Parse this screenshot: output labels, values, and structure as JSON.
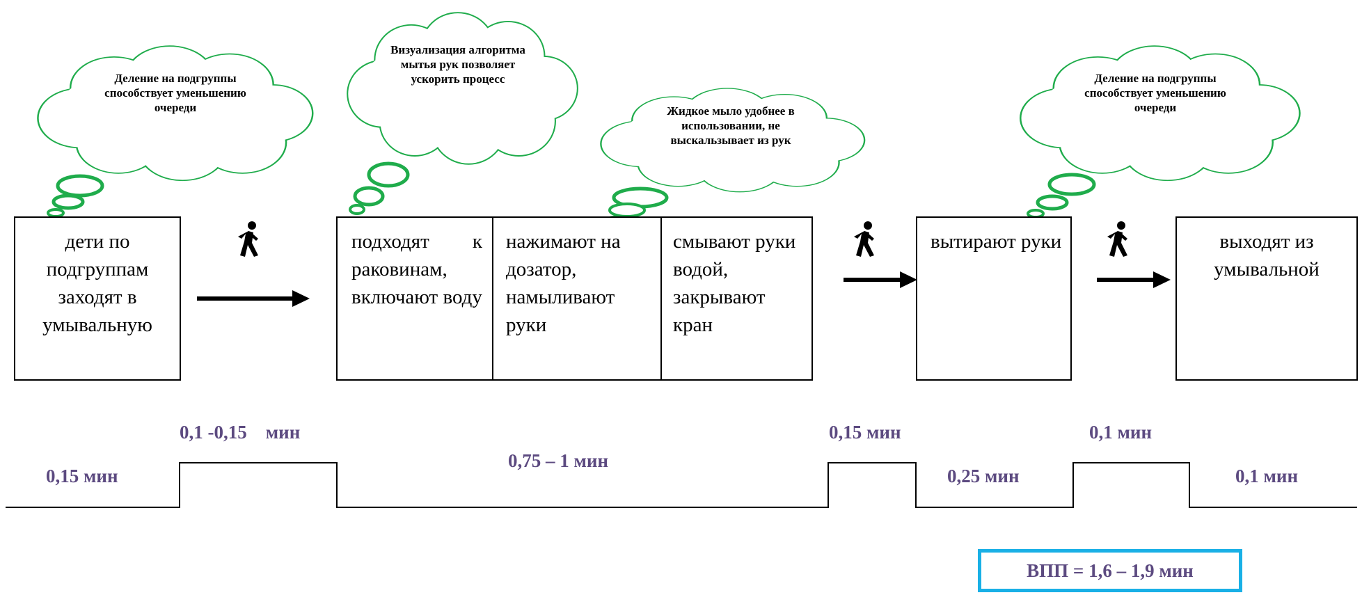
{
  "steps": [
    {
      "id": "enter",
      "text": "дети по подгруппам заходят в умывальную"
    },
    {
      "id": "wash",
      "cells": [
        {
          "text": "подходят к раковинам, включают воду"
        },
        {
          "text": "нажимают на дозатор, намыливают руки"
        },
        {
          "text": "смывают руки водой, закрывают кран"
        }
      ]
    },
    {
      "id": "dry",
      "text": "вытирают руки"
    },
    {
      "id": "exit",
      "text": "выходят из умывальной"
    }
  ],
  "clouds": [
    {
      "text": "Деление на подгруппы способствует уменьшению очереди"
    },
    {
      "text": "Визуализация алгоритма мытья рук позволяет ускорить процесс"
    },
    {
      "text": "Жидкое мыло удобнее в использовании, не выскальзывает из рук"
    },
    {
      "text": "Деление на подгруппы способствует уменьшению очереди"
    }
  ],
  "timeline": [
    {
      "label": "0,15 мин",
      "level": "low"
    },
    {
      "label": "0,1 -0,15    мин",
      "level": "high"
    },
    {
      "label": "0,75 – 1 мин",
      "level": "low"
    },
    {
      "label": "0,15 мин",
      "level": "high"
    },
    {
      "label": "0,25 мин",
      "level": "low"
    },
    {
      "label": "0,1 мин",
      "level": "high"
    },
    {
      "label": "0,1 мин",
      "level": "low"
    }
  ],
  "result": "ВПП = 1,6 – 1,9 мин",
  "icons": [
    "walking-person-icon",
    "arrow-right-icon"
  ],
  "colors": {
    "cloud_stroke": "#1fac4b",
    "time_text": "#5c4a80",
    "result_border": "#19b0e6"
  }
}
